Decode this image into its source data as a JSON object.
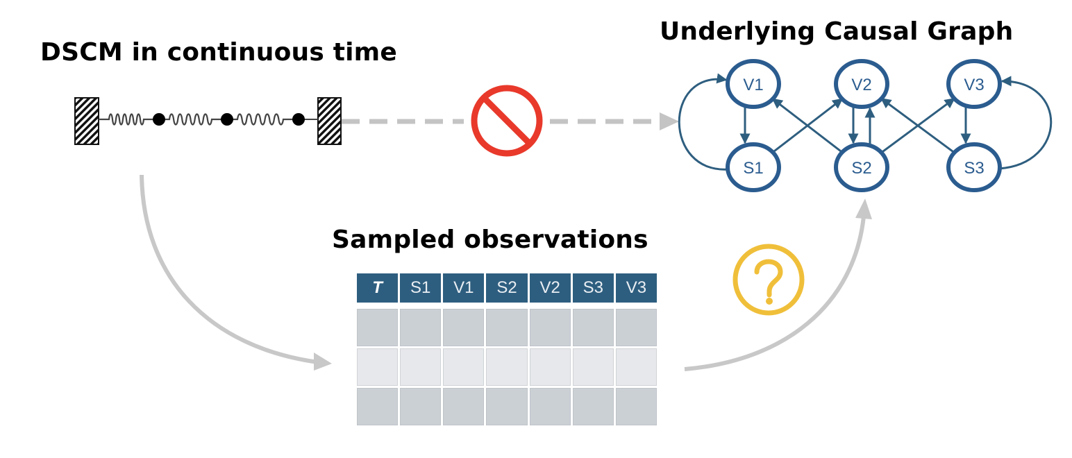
{
  "titles": {
    "dscm": "DSCM in continuous time",
    "graph": "Underlying Causal Graph",
    "observations": "Sampled observations"
  },
  "colors": {
    "node_stroke": "#2b5c8f",
    "edge": "#2e5e7f",
    "table_header": "#2e5e7f",
    "cell_dark": "#cbd0d5",
    "cell_light": "#e6e8eb",
    "prohibited": "#e8392b",
    "question": "#f0bf3a",
    "flow_arrow": "#c8c8c8"
  },
  "icons": {
    "prohibited": "prohibited-icon",
    "question": "question-icon",
    "wall": "hatched-wall-icon",
    "spring": "spring-icon",
    "mass": "mass-dot-icon"
  },
  "spring_system": {
    "masses": 3,
    "springs": 3,
    "walls": 2
  },
  "graph": {
    "nodes": [
      {
        "id": "V1",
        "label": "V1",
        "row": "top",
        "col": 0
      },
      {
        "id": "V2",
        "label": "V2",
        "row": "top",
        "col": 1
      },
      {
        "id": "V3",
        "label": "V3",
        "row": "top",
        "col": 2
      },
      {
        "id": "S1",
        "label": "S1",
        "row": "bottom",
        "col": 0
      },
      {
        "id": "S2",
        "label": "S2",
        "row": "bottom",
        "col": 1
      },
      {
        "id": "S3",
        "label": "S3",
        "row": "bottom",
        "col": 2
      }
    ],
    "edges": [
      {
        "from": "V1",
        "to": "S1",
        "kind": "straight"
      },
      {
        "from": "S1",
        "to": "V1",
        "kind": "loop-left"
      },
      {
        "from": "S1",
        "to": "V2",
        "kind": "straight"
      },
      {
        "from": "S2",
        "to": "V1",
        "kind": "straight"
      },
      {
        "from": "V2",
        "to": "S2",
        "kind": "straight"
      },
      {
        "from": "S2",
        "to": "V2",
        "kind": "straight"
      },
      {
        "from": "S2",
        "to": "V3",
        "kind": "straight"
      },
      {
        "from": "S3",
        "to": "V2",
        "kind": "straight"
      },
      {
        "from": "V3",
        "to": "S3",
        "kind": "straight"
      },
      {
        "from": "S3",
        "to": "V3",
        "kind": "loop-right"
      }
    ]
  },
  "table": {
    "headers": [
      "T",
      "S1",
      "V1",
      "S2",
      "V2",
      "S3",
      "V3"
    ],
    "rows": [
      [
        "",
        "",
        "",
        "",
        "",
        "",
        ""
      ],
      [
        "",
        "",
        "",
        "",
        "",
        "",
        ""
      ],
      [
        "",
        "",
        "",
        "",
        "",
        "",
        ""
      ]
    ],
    "row_shades": [
      "dark",
      "light",
      "dark"
    ]
  }
}
